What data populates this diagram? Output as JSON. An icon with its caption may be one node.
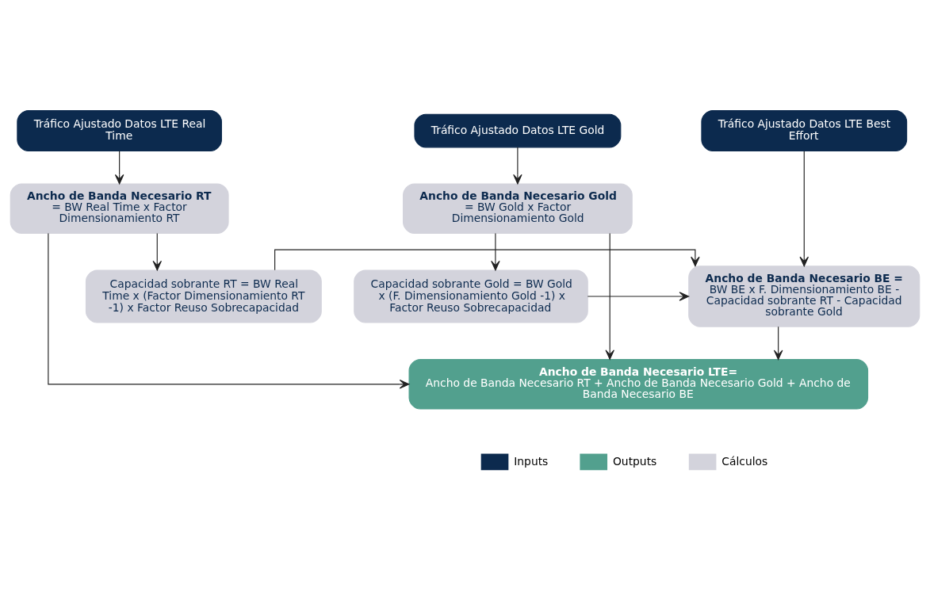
{
  "diagram": {
    "nodes": [
      {
        "text": [
          "Tráfico Ajustado Datos LTE Real Time"
        ]
      },
      {
        "text": [
          "Tráfico Ajustado Datos LTE Gold"
        ]
      },
      {
        "text": [
          "Tráfico Ajustado Datos LTE Best Effort"
        ]
      },
      {
        "text": [
          "Ancho de Banda Necesario RT",
          "= BW Real Time x Factor Dimensionamiento RT"
        ]
      },
      {
        "text": [
          "Capacidad sobrante RT = BW Real Time x (Factor Dimensionamiento RT -1) x Factor Reuso Sobrecapacidad"
        ]
      },
      {
        "text": [
          "Ancho de Banda Necesario Gold",
          "= BW Gold x Factor Dimensionamiento Gold"
        ]
      },
      {
        "text": [
          "Capacidad sobrante Gold = BW Gold x (F. Dimensionamiento Gold -1) x Factor Reuso Sobrecapacidad"
        ]
      },
      {
        "text": [
          "Ancho de Banda Necesario BE =",
          "BW BE x F. Dimensionamiento BE - Capacidad sobrante RT - Capacidad sobrante Gold"
        ]
      },
      {
        "text": [
          "Ancho de Banda Necesario LTE=",
          "Ancho de Banda Necesario RT + Ancho de Banda Necesario Gold + Ancho de Banda Necesario BE"
        ]
      }
    ],
    "edges": [
      {
        "from": 0,
        "to": 3,
        "arrow": "to"
      },
      {
        "from": 3,
        "to": 4,
        "arrow": "to"
      },
      {
        "from": 1,
        "to": 5,
        "arrow": "to"
      },
      {
        "from": 5,
        "to": 6,
        "arrow": "to"
      },
      {
        "from": 2,
        "to": 7,
        "arrow": "to"
      },
      {
        "from": 6,
        "to": 7,
        "arrow": "to"
      },
      {
        "from": 4,
        "to": 7,
        "arrow": "to"
      },
      {
        "from": 3,
        "to": 8,
        "arrow": "to"
      },
      {
        "from": 5,
        "to": 8,
        "arrow": "to"
      },
      {
        "from": 7,
        "to": 8,
        "arrow": "to"
      }
    ],
    "legend": [
      {
        "text": "Inputs",
        "color": "#0c2a4e"
      },
      {
        "text": "Outputs",
        "color": "#52a08e"
      },
      {
        "text": "Cálculos",
        "color": "#d3d3dc"
      }
    ]
  }
}
